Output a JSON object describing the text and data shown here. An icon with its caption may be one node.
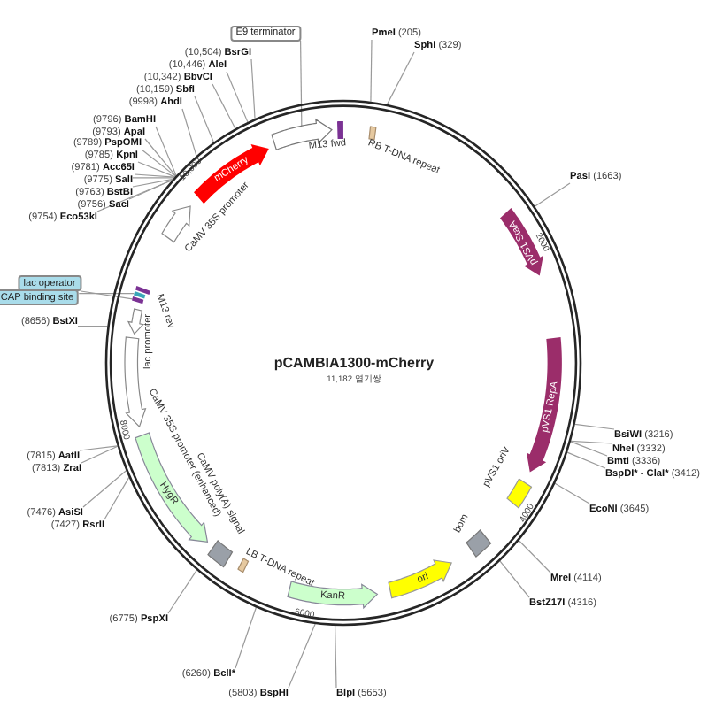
{
  "diagram": {
    "title": "pCAMBIA1300-mCherry",
    "nodes": [
      {
        "text": [
          "E9 terminator"
        ]
      },
      {
        "text": [
          "BsrGI"
        ],
        "beside": [
          "(10,504)"
        ]
      },
      {
        "text": [
          "AleI"
        ],
        "beside": [
          "(10,446)"
        ]
      },
      {
        "text": [
          "BbvCI"
        ],
        "beside": [
          "(10,342)"
        ]
      },
      {
        "text": [
          "SbfI"
        ],
        "beside": [
          "(10,159)"
        ]
      },
      {
        "text": [
          "AhdI"
        ],
        "beside": [
          "(9998)"
        ]
      },
      {
        "text": [
          "BamHI"
        ],
        "beside": [
          "(9796)"
        ]
      },
      {
        "text": [
          "ApaI"
        ],
        "beside": [
          "(9793)"
        ]
      },
      {
        "text": [
          "PspOMI"
        ],
        "beside": [
          "(9789)"
        ]
      },
      {
        "text": [
          "KpnI"
        ],
        "beside": [
          "(9785)"
        ]
      },
      {
        "text": [
          "Acc65I"
        ],
        "beside": [
          "(9781)"
        ]
      },
      {
        "text": [
          "SalI"
        ],
        "beside": [
          "(9775)"
        ]
      },
      {
        "text": [
          "BstBI"
        ],
        "beside": [
          "(9763)"
        ]
      },
      {
        "text": [
          "SacI"
        ],
        "beside": [
          "(9756)"
        ]
      },
      {
        "text": [
          "Eco53kI"
        ],
        "beside": [
          "(9754)"
        ]
      },
      {
        "text": [
          "PmeI"
        ],
        "beside": [
          "(205)"
        ]
      },
      {
        "text": [
          "SphI"
        ],
        "beside": [
          "(329)"
        ]
      },
      {
        "text": [
          "PasI"
        ],
        "beside": [
          "(1663)"
        ]
      },
      {
        "text": [
          "BsiWI"
        ],
        "beside": [
          "(3216)"
        ]
      },
      {
        "text": [
          "NheI"
        ],
        "beside": [
          "(3332)"
        ]
      },
      {
        "text": [
          "BmtI"
        ],
        "beside": [
          "(3336)"
        ]
      },
      {
        "text": [
          "BspDI* - ClaI*"
        ],
        "beside": [
          "(3412)"
        ]
      },
      {
        "text": [
          "EcoNI"
        ],
        "beside": [
          "(3645)"
        ]
      },
      {
        "text": [
          "MreI"
        ],
        "beside": [
          "(4114)"
        ]
      },
      {
        "text": [
          "BstZ17I"
        ],
        "beside": [
          "(4316)"
        ]
      },
      {
        "text": [
          "BlpI"
        ],
        "beside": [
          "(5653)"
        ]
      },
      {
        "text": [
          "BspHI"
        ],
        "beside": [
          "(5803)"
        ]
      },
      {
        "text": [
          "BclI*"
        ],
        "beside": [
          "(6260)"
        ]
      },
      {
        "text": [
          "PspXI"
        ],
        "beside": [
          "(6775)"
        ]
      },
      {
        "text": [
          "AsiSI"
        ],
        "beside": [
          "(7476)"
        ]
      },
      {
        "text": [
          "RsrII"
        ],
        "beside": [
          "(7427)"
        ]
      },
      {
        "text": [
          "AatII"
        ],
        "beside": [
          "(7815)"
        ]
      },
      {
        "text": [
          "ZraI"
        ],
        "beside": [
          "(7813)"
        ]
      },
      {
        "text": [
          "BstXI"
        ],
        "beside": [
          "(8656)"
        ]
      },
      {
        "text": [
          "lac operator"
        ]
      },
      {
        "text": [
          "CAP binding site"
        ]
      },
      {
        "text": [],
        "shape": "arrow",
        "in": 55
      },
      {
        "text": [
          "M13 fwd"
        ],
        "in": 55
      },
      {
        "text": [
          "RB T-DNA repeat"
        ],
        "in": 55
      },
      {
        "text": [
          "pVS1 StaA"
        ],
        "in": 55
      },
      {
        "text": [
          "pVS1 RepA"
        ],
        "in": 55
      },
      {
        "text": [
          "pVS1 oriV"
        ],
        "in": 55
      },
      {
        "text": [
          "bom"
        ],
        "in": 55
      },
      {
        "text": [
          "ori"
        ],
        "in": 55
      },
      {
        "text": [
          "KanR"
        ],
        "in": 55
      },
      {
        "text": [
          "LB T-DNA repeat"
        ],
        "in": 55
      },
      {
        "text": [
          "CaMV poly(A) signal"
        ],
        "in": 55
      },
      {
        "text": [
          "HygR"
        ],
        "in": 55
      },
      {
        "text": [
          "CaMV 35S promoter (enhanced)"
        ],
        "in": 55
      },
      {
        "text": [
          "lac promoter"
        ],
        "in": 55
      },
      {
        "text": [
          "M13 rev"
        ],
        "in": 55
      },
      {
        "text": [],
        "shape": "box",
        "in": 55
      },
      {
        "text": [],
        "shape": "box",
        "in": 55
      },
      {
        "text": [
          "CaMV 35S promoter"
        ],
        "in": 55
      },
      {
        "text": [
          "mCherry"
        ],
        "in": 55
      },
      {
        "text": [],
        "shape": "circle"
      }
    ],
    "edges": [
      {
        "from": 0,
        "to": 36,
        "arrow": "none"
      },
      {
        "from": 1,
        "to": 55,
        "arrow": "none"
      },
      {
        "from": 2,
        "to": 55,
        "arrow": "none"
      },
      {
        "from": 3,
        "to": 55,
        "arrow": "none"
      },
      {
        "from": 4,
        "to": 55,
        "arrow": "none"
      },
      {
        "from": 5,
        "to": 55,
        "arrow": "none"
      },
      {
        "from": 6,
        "to": 55,
        "arrow": "none"
      },
      {
        "from": 7,
        "to": 55,
        "arrow": "none"
      },
      {
        "from": 8,
        "to": 55,
        "arrow": "none"
      },
      {
        "from": 9,
        "to": 55,
        "arrow": "none"
      },
      {
        "from": 10,
        "to": 55,
        "arrow": "none"
      },
      {
        "from": 11,
        "to": 55,
        "arrow": "none"
      },
      {
        "from": 12,
        "to": 55,
        "arrow": "none"
      },
      {
        "from": 13,
        "to": 55,
        "arrow": "none"
      },
      {
        "from": 14,
        "to": 55,
        "arrow": "none"
      },
      {
        "from": 15,
        "to": 55,
        "arrow": "none"
      },
      {
        "from": 16,
        "to": 55,
        "arrow": "none"
      },
      {
        "from": 17,
        "to": 55,
        "arrow": "none"
      },
      {
        "from": 18,
        "to": 55,
        "arrow": "none"
      },
      {
        "from": 19,
        "to": 55,
        "arrow": "none"
      },
      {
        "from": 20,
        "to": 55,
        "arrow": "none"
      },
      {
        "from": 21,
        "to": 55,
        "arrow": "none"
      },
      {
        "from": 22,
        "to": 55,
        "arrow": "none"
      },
      {
        "from": 23,
        "to": 55,
        "arrow": "none"
      },
      {
        "from": 24,
        "to": 55,
        "arrow": "none"
      },
      {
        "from": 25,
        "to": 55,
        "arrow": "none"
      },
      {
        "from": 26,
        "to": 55,
        "arrow": "none"
      },
      {
        "from": 27,
        "to": 55,
        "arrow": "none"
      },
      {
        "from": 28,
        "to": 55,
        "arrow": "none"
      },
      {
        "from": 29,
        "to": 55,
        "arrow": "none"
      },
      {
        "from": 30,
        "to": 55,
        "arrow": "none"
      },
      {
        "from": 31,
        "to": 55,
        "arrow": "none"
      },
      {
        "from": 32,
        "to": 55,
        "arrow": "none"
      },
      {
        "from": 33,
        "to": 55,
        "arrow": "none"
      },
      {
        "from": 34,
        "to": 51,
        "arrow": "none"
      },
      {
        "from": 35,
        "to": 52,
        "arrow": "none"
      }
    ],
    "labels": [
      "11,182 염기쌍",
      "10,000",
      "2000",
      "4000",
      "6000",
      "8000"
    ]
  }
}
